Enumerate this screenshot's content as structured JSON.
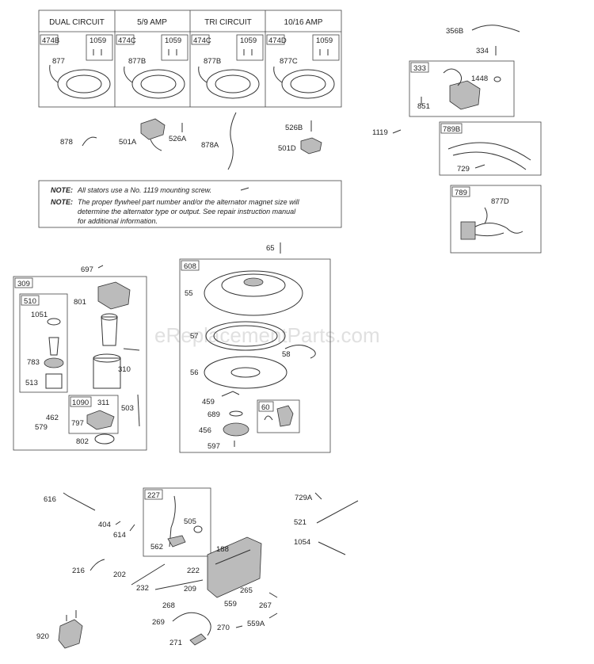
{
  "watermark": "eReplacementParts.com",
  "stator_headers": [
    "DUAL CIRCUIT",
    "5/9 AMP",
    "TRI CIRCUIT",
    "10/16 AMP"
  ],
  "stator_cells": [
    {
      "box": "474B",
      "screw_box": "1059",
      "part": "877"
    },
    {
      "box": "474C",
      "screw_box": "1059",
      "part": "877B"
    },
    {
      "box": "474C",
      "screw_box": "1059",
      "part": "877B"
    },
    {
      "box": "474D",
      "screw_box": "1059",
      "part": "877C"
    }
  ],
  "notes": {
    "label1": "NOTE:",
    "text1": "All stators use a No. 1119 mounting screw.",
    "label2": "NOTE:",
    "text2a": "The proper flywheel part number and/or the alternator magnet size will",
    "text2b": "determine the alternator type or output. See repair instruction manual",
    "text2c": "for additional information."
  },
  "boxes": {
    "b333": "333",
    "b789B": "789B",
    "b789": "789",
    "b309": "309",
    "b510": "510",
    "b1090": "1090",
    "b608": "608",
    "b60": "60",
    "b227": "227"
  },
  "labels": {
    "p878": "878",
    "p501A": "501A",
    "p526A": "526A",
    "p878A": "878A",
    "p526B": "526B",
    "p501D": "501D",
    "p1119": "1119",
    "p356B": "356B",
    "p334": "334",
    "p1448": "1448",
    "p851": "851",
    "p729": "729",
    "p877D": "877D",
    "p65": "65",
    "p697": "697",
    "p801": "801",
    "p1051": "1051",
    "p783": "783",
    "p513": "513",
    "p310": "310",
    "p503": "503",
    "p311": "311",
    "p797": "797",
    "p462": "462",
    "p579": "579",
    "p802": "802",
    "p55": "55",
    "p57": "57",
    "p58": "58",
    "p56": "56",
    "p459": "459",
    "p689": "689",
    "p456": "456",
    "p597": "597",
    "p616": "616",
    "p404": "404",
    "p614": "614",
    "p216": "216",
    "p202": "202",
    "p232": "232",
    "p505": "505",
    "p562": "562",
    "p188": "188",
    "p222": "222",
    "p209": "209",
    "p265": "265",
    "p559": "559",
    "p267": "267",
    "p268": "268",
    "p269": "269",
    "p270": "270",
    "p559A": "559A",
    "p271": "271",
    "p920": "920",
    "p729A": "729A",
    "p521": "521",
    "p1054": "1054"
  }
}
